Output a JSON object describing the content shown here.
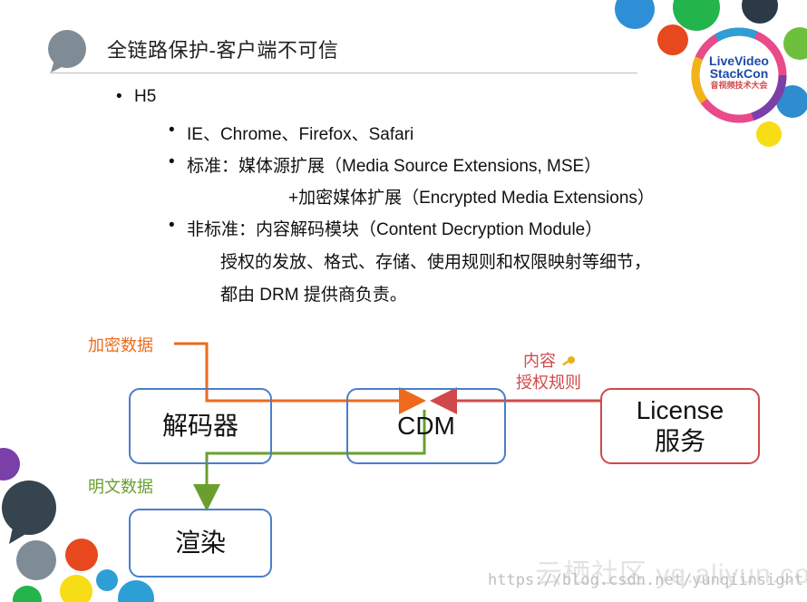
{
  "header": {
    "title": "全链路保护-客户端不可信"
  },
  "logo": {
    "line1": "LiveVideo",
    "line2": "StackCon",
    "subtitle": "音视频技术大会"
  },
  "content": {
    "h5": "H5",
    "browsers": "IE、Chrome、Firefox、Safari",
    "standard": "标准：媒体源扩展（Media Source Extensions, MSE）",
    "standard_cont": "+加密媒体扩展（Encrypted Media Extensions）",
    "nonstandard": "非标准：内容解码模块（Content Decryption Module）",
    "nonstandard_desc1": "授权的发放、格式、存储、使用规则和权限映射等细节，",
    "nonstandard_desc2": "都由 DRM 提供商负责。"
  },
  "diagram": {
    "decoder": "解码器",
    "cdm": "CDM",
    "license_line1": "License",
    "license_line2": "服务",
    "render": "渲染",
    "encrypted_data": "加密数据",
    "plain_data": "明文数据",
    "content_label": "内容",
    "auth_rules": "授权规则",
    "key_icon": "key-icon",
    "colors": {
      "encrypted_arrow": "#ee6a1c",
      "plain_arrow": "#6a9f2f",
      "license_arrow": "#d0494a",
      "box_border": "#4a7ec9"
    }
  },
  "watermarks": {
    "brand": "云栖社区 yq.aliyun.com",
    "url": "https://blog.csdn.net/yunqiinsight"
  }
}
